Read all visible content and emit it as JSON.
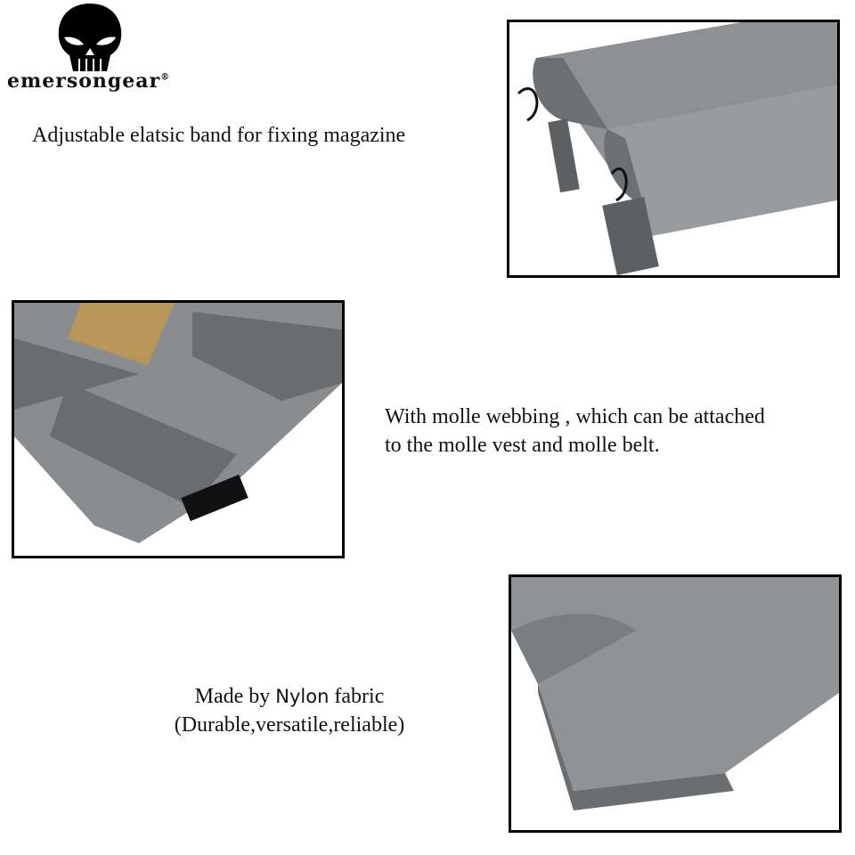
{
  "logo": {
    "brand": "emersongear",
    "registered": "®"
  },
  "features": [
    {
      "caption_lines": [
        "Adjustable elatsic band for fixing magazine"
      ]
    },
    {
      "caption_lines": [
        "With molle webbing , which can be attached",
        "to the molle vest and molle belt."
      ]
    },
    {
      "caption_pre": "Made by ",
      "caption_highlight": "Nylon",
      "caption_post": " fabric",
      "caption_line2": "(Durable,versatile,reliable)"
    }
  ],
  "colors": {
    "fabric": "#8a8d90",
    "fabric_dark": "#5f6265",
    "label": "#b8965a"
  }
}
